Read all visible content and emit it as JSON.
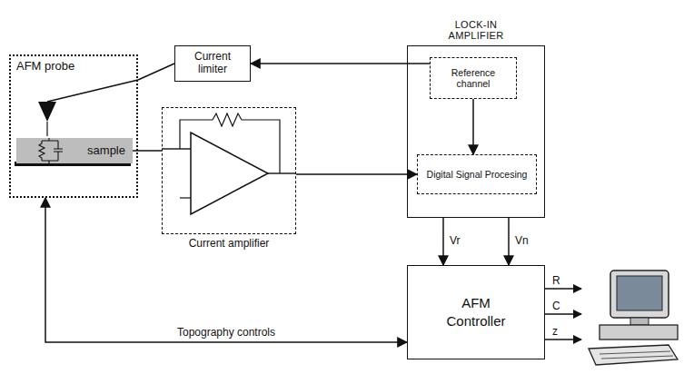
{
  "diagram": {
    "nodes": [
      {
        "text": [
          "AFM probe"
        ]
      },
      {
        "text": [
          "sample"
        ],
        "in": 0
      },
      {
        "text": [
          "Current limiter"
        ]
      },
      {
        "text": [
          "Current amplifier"
        ]
      },
      {
        "text": [
          "LOCK-IN AMPLIFIER"
        ]
      },
      {
        "text": [
          "Reference channel"
        ],
        "in": 4
      },
      {
        "text": [
          "Digital Signal Procesing"
        ],
        "in": 4
      },
      {
        "text": [
          "AFM Controller"
        ]
      }
    ],
    "edges": [
      {
        "from": 5,
        "to": 2,
        "arrow": "to"
      },
      {
        "from": 2,
        "to": 0,
        "arrow": "none"
      },
      {
        "from": 5,
        "to": 6,
        "arrow": "to"
      },
      {
        "from": 1,
        "to": 3,
        "arrow": "none"
      },
      {
        "from": 3,
        "to": 6,
        "arrow": "to"
      },
      {
        "from": 4,
        "to": 7,
        "label": "Vr",
        "arrow": "to"
      },
      {
        "from": 4,
        "to": 7,
        "label": "Vn",
        "arrow": "to"
      },
      {
        "from": 7,
        "to": 0,
        "label": "Topography controls",
        "arrow": "both"
      }
    ],
    "labels": [
      "R",
      "C",
      "z"
    ]
  }
}
